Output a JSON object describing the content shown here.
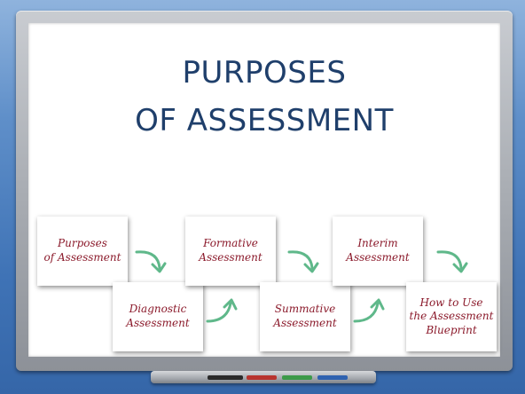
{
  "slide": {
    "title_line1": "PURPOSES",
    "title_line2": "OF ASSESSMENT"
  },
  "cards": [
    {
      "label": "Purposes\nof Assessment"
    },
    {
      "label": "Diagnostic\nAssessment"
    },
    {
      "label": "Formative\nAssessment"
    },
    {
      "label": "Summative\nAssessment"
    },
    {
      "label": "Interim\nAssessment"
    },
    {
      "label": "How to Use\nthe Assessment\nBlueprint"
    }
  ],
  "colors": {
    "title": "#1f3f6b",
    "card_text": "#8b1a2b",
    "arrow": "#5fb88a",
    "background": "#3f73b6"
  },
  "icons": {
    "arrow_down": "curved-arrow-down-icon",
    "arrow_up": "curved-arrow-up-icon"
  }
}
